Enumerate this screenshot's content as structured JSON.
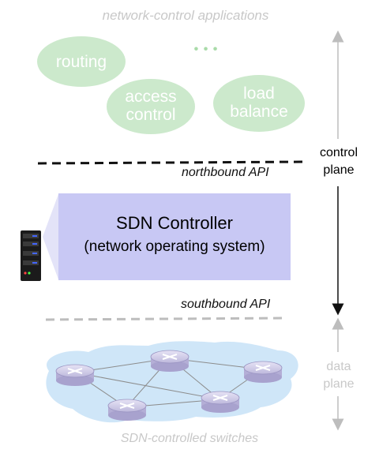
{
  "applications": {
    "title": "network-control applications",
    "items": [
      "routing",
      "access control",
      "load balance"
    ],
    "ellipsis": "• • •"
  },
  "northbound_label": "northbound API",
  "southbound_label": "southbound API",
  "controller": {
    "title": "SDN Controller",
    "subtitle": "(network operating system)"
  },
  "control_plane_label": [
    "control",
    "plane"
  ],
  "data_plane_label": [
    "data",
    "plane"
  ],
  "switches_title": "SDN-controlled switches",
  "colors": {
    "app_ellipse": "#cce9cc",
    "controller": "#c8c8f4",
    "cloud": "#cfe6f8",
    "switch": "#d6d2ee",
    "faded_text": "#c8c8c8"
  }
}
